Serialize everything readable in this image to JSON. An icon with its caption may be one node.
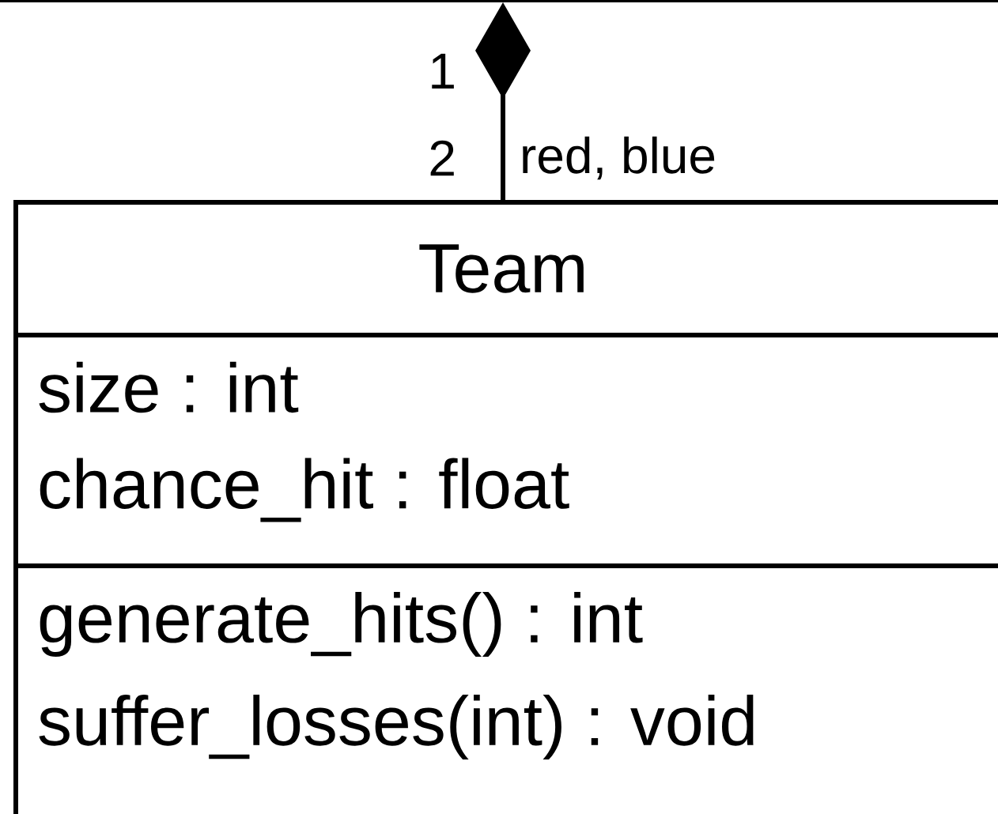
{
  "diagram": {
    "nodes": [
      {
        "text": [],
        "shape": "box"
      },
      {
        "text": [
          "Team",
          "size : int",
          "chance_hit : float",
          "generate_hits() : int",
          "suffer_losses(int) : void"
        ]
      }
    ],
    "edges": [
      {
        "from": 1,
        "to": 0,
        "arrow": "other",
        "label": "red, blue"
      }
    ],
    "labels": [
      "1",
      "2"
    ]
  }
}
